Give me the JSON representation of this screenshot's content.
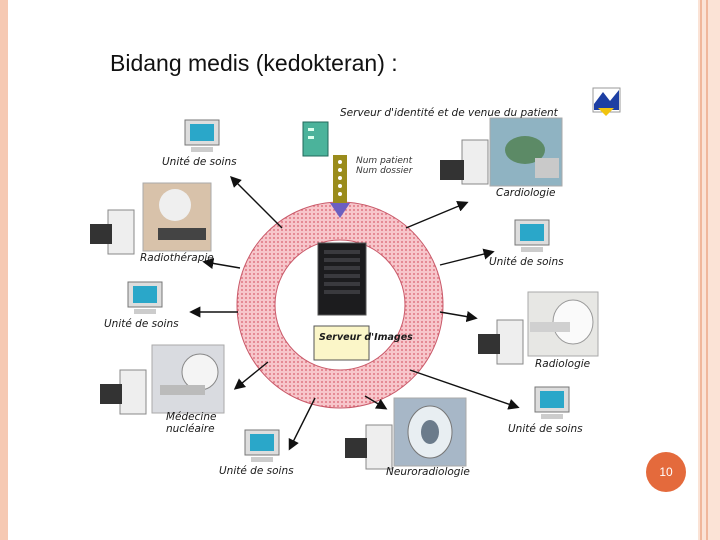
{
  "title": "Bidang medis (kedokteran) :",
  "slide_number": "10",
  "diagram": {
    "server_identity_label": "Serveur d'identité et de venue du patient",
    "patient_numbers": [
      "Num patient",
      "Num dossier"
    ],
    "central_server_label": "Serveur d'Images",
    "nodes": {
      "unite_soins_top_left": "Unité de soins",
      "cardiologie": "Cardiologie",
      "radiotherapie": "Radiothérapie",
      "unite_soins_right_upper": "Unité de soins",
      "unite_soins_left_mid": "Unité de soins",
      "radiologie": "Radiologie",
      "medecine_nucleaire": "Médecine nucléaire",
      "unite_soins_right_lower": "Unité de soins",
      "unite_soins_bottom": "Unité de soins",
      "neuroradiologie": "Neuroradiologie"
    }
  },
  "colors": {
    "accent": "#e46a3c",
    "ring": "#f2b3ba",
    "border": "#f6c9b3"
  }
}
